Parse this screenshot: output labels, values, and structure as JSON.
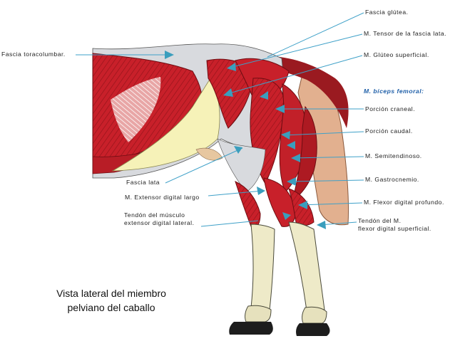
{
  "figure": {
    "caption_line1": "Vista lateral del miembro",
    "caption_line2": "pelviano del caballo"
  },
  "labels": {
    "fascia_glutea": "Fascia glútea.",
    "m_tensor_fascia_lata": "M. Tensor de la fascia lata.",
    "m_gluteo_superficial": "M. Glúteo superficial.",
    "m_biceps_femoral": "M. bíceps femoral:",
    "porcion_craneal": "Porción craneal.",
    "porcion_caudal": "Porción caudal.",
    "m_semitendinoso": "M. Semitendinoso.",
    "m_gastrocnemio": "M. Gastrocnemio.",
    "m_flexor_digital_profundo": "M. Flexor digital profundo.",
    "tendon_flexor_line1": "Tendón del M.",
    "tendon_flexor_line2": "flexor digital superficial.",
    "fascia_toracolumbar": "Fascia toracolumbar.",
    "fascia_lata": "Fascia lata",
    "m_extensor_digital_largo": "M. Extensor digital largo",
    "tendon_extensor_line1": "Tendón del músculo",
    "tendon_extensor_line2": "extensor digital lateral."
  },
  "colors": {
    "muscle": "#c8202a",
    "muscle_dark": "#8e1218",
    "fascia": "#f6f2b8",
    "skin_gray": "#d8dade",
    "tail": "#e2b08f",
    "bone": "#eeeac8",
    "hoof": "#1d1d1d",
    "leader": "#3ea0c8",
    "arrow": "#3a9ebd"
  }
}
